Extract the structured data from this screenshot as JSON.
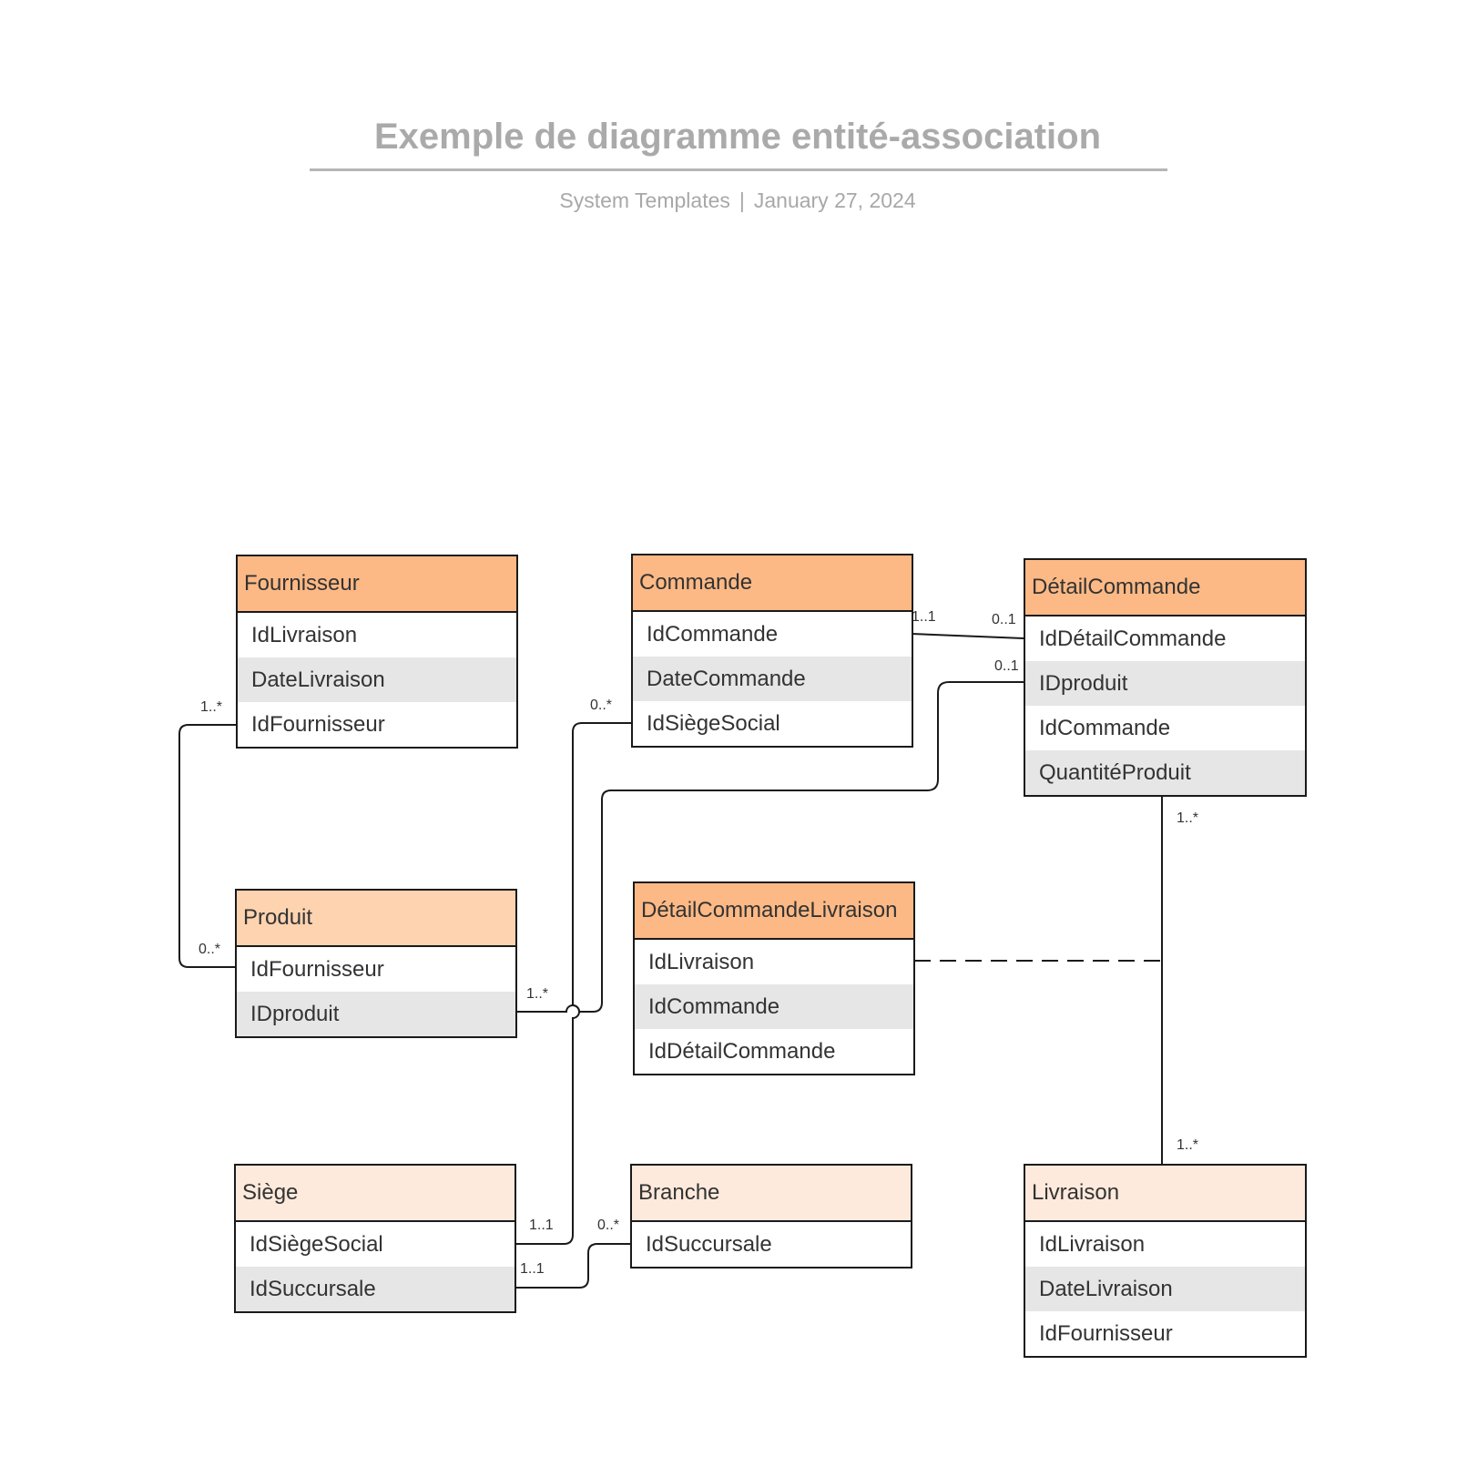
{
  "document": {
    "title": "Exemple de diagramme entité-association",
    "author": "System Templates",
    "separator": "|",
    "date": "January 27, 2024"
  },
  "colors": {
    "header_strong": "#fdb985",
    "header_medium": "#fed3b0",
    "header_light": "#feeadc",
    "row_shade": "#e6e6e6",
    "title_gray": "#aaaaaa"
  },
  "entities": [
    {
      "id": "fournisseur",
      "name": "Fournisseur",
      "header_color": "#fdb985",
      "fields": [
        "IdLivraison",
        "DateLivraison",
        "IdFournisseur"
      ]
    },
    {
      "id": "commande",
      "name": "Commande",
      "header_color": "#fdb985",
      "fields": [
        "IdCommande",
        "DateCommande",
        "IdSiègeSocial"
      ]
    },
    {
      "id": "detail-commande",
      "name": "DétailCommande",
      "header_color": "#fdb985",
      "fields": [
        "IdDétailCommande",
        "IDproduit",
        "IdCommande",
        "QuantitéProduit"
      ]
    },
    {
      "id": "produit",
      "name": "Produit",
      "header_color": "#fed3b0",
      "fields": [
        "IdFournisseur",
        "IDproduit"
      ]
    },
    {
      "id": "detail-commande-livraison",
      "name": "DétailCommandeLivraison",
      "header_color": "#fdb985",
      "fields": [
        "IdLivraison",
        "IdCommande",
        "IdDétailCommande"
      ]
    },
    {
      "id": "siege",
      "name": "Siège",
      "header_color": "#feeadc",
      "fields": [
        "IdSiègeSocial",
        "IdSuccursale"
      ]
    },
    {
      "id": "branche",
      "name": "Branche",
      "header_color": "#feeadc",
      "fields": [
        "IdSuccursale"
      ]
    },
    {
      "id": "livraison",
      "name": "Livraison",
      "header_color": "#feeadc",
      "fields": [
        "IdLivraison",
        "DateLivraison",
        "IdFournisseur"
      ]
    }
  ],
  "relationships": [
    {
      "from": "Fournisseur.IdFournisseur",
      "to": "Produit.IdFournisseur",
      "from_card": "1..*",
      "to_card": "0..*"
    },
    {
      "from": "Commande.IdCommande",
      "to": "DétailCommande.IdDétailCommande",
      "from_card": "1..1",
      "to_card": "0..1"
    },
    {
      "from": "Produit.IDproduit",
      "to": "DétailCommande.IDproduit",
      "from_card": "1..*",
      "to_card": "0..1"
    },
    {
      "from": "Siège.IdSiègeSocial",
      "to": "Commande.IdSiègeSocial",
      "from_card": "1..1",
      "to_card": "0..*"
    },
    {
      "from": "Siège.IdSuccursale",
      "to": "Branche.IdSuccursale",
      "from_card": "1..1",
      "to_card": "0..*"
    },
    {
      "from": "DétailCommande",
      "to": "Livraison",
      "from_card": "1..*",
      "to_card": "1..*"
    },
    {
      "from": "DétailCommandeLivraison",
      "to": "DétailCommande–Livraison",
      "style": "dashed"
    }
  ]
}
